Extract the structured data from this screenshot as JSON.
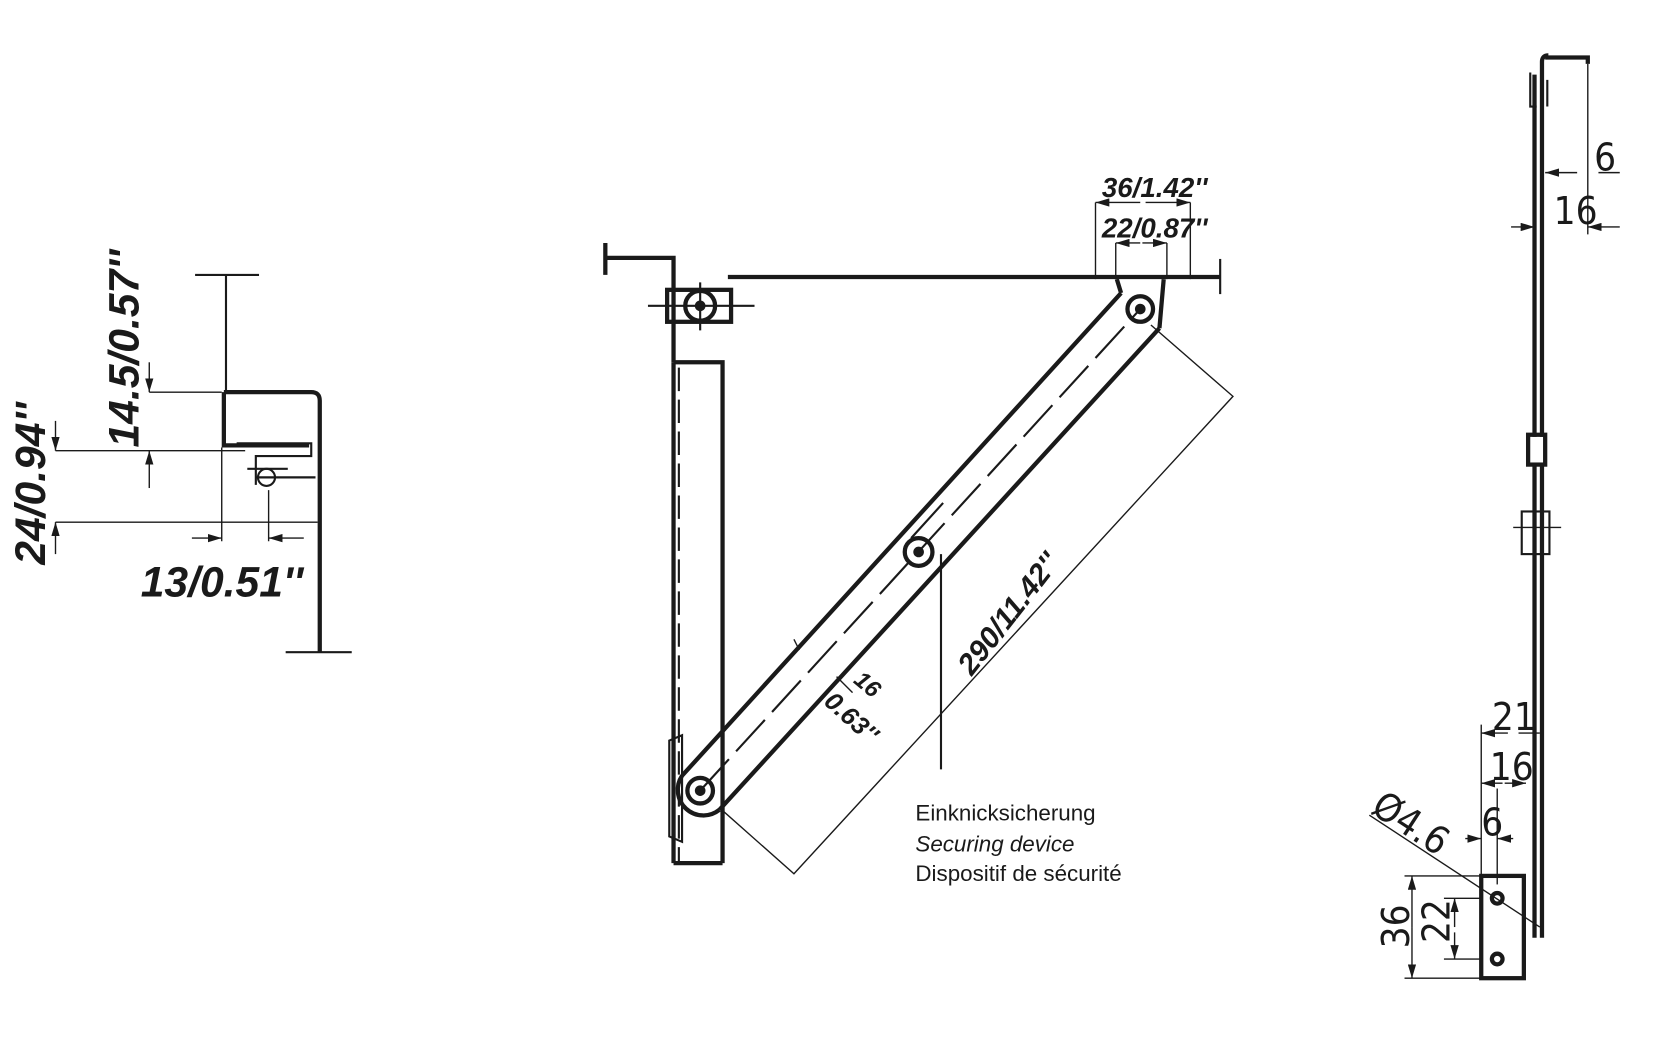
{
  "left_view": {
    "dim_height_total": "24/0.94''",
    "dim_height_inner": "14.5/0.57''",
    "dim_width": "13/0.51''"
  },
  "middle_view": {
    "dim_outer_width": "36/1.42''",
    "dim_inner_width": "22/0.87''",
    "dim_length": "290/11.42''",
    "dim_arm_width_mm": "16",
    "dim_arm_width_in": "0.63''",
    "label_de": "Einknicksicherung",
    "label_en": "Securing device",
    "label_fr": "Dispositif de sécurité"
  },
  "right_view": {
    "dim_top_6": "6",
    "dim_top_16": "16",
    "dim_21": "21",
    "dim_16": "16",
    "dim_6": "6",
    "dim_hole": "Ø4.6",
    "dim_36": "36",
    "dim_22": "22"
  }
}
